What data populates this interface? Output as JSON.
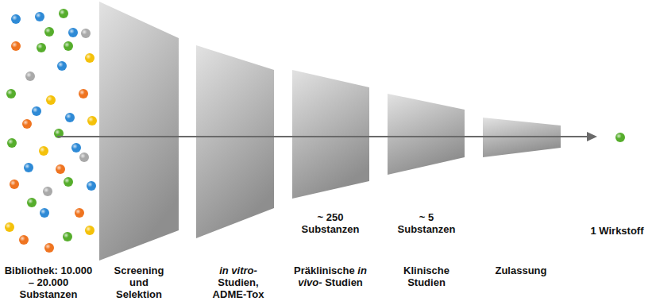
{
  "diagram": {
    "nodes": [
      {
        "text": [
          "Screening und Selektion"
        ]
      },
      {
        "text": [
          "in vitro- Studien, ADME-Tox"
        ]
      },
      {
        "text": [
          "~ 250 Substanzen",
          "Präklinische in vivo- Studien"
        ]
      },
      {
        "text": [
          "~ 5 Substanzen",
          "Klinische Studien"
        ]
      },
      {
        "text": [
          "Zulassung"
        ]
      }
    ],
    "labels": [
      "Bibliothek: 10.000 – 20.000 Substanzen",
      "1 Wirkstoff"
    ]
  }
}
